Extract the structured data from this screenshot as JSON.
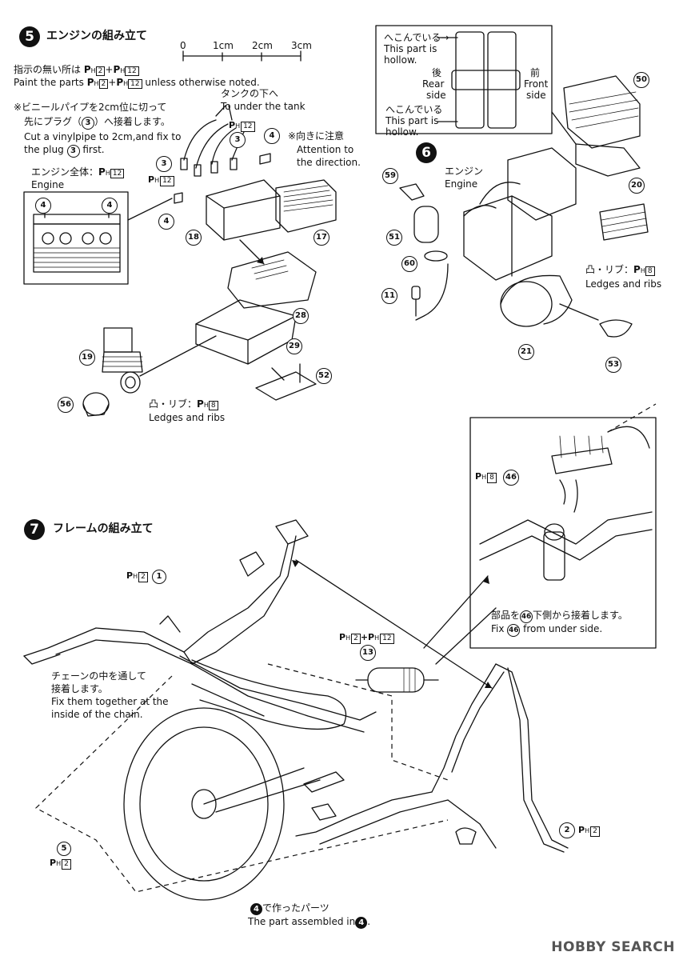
{
  "step5": {
    "number": "5",
    "title": "エンジンの組み立て",
    "paint_jp": "指示の無い所は",
    "paint_en": "Paint the parts",
    "paint_en2": "unless otherwise noted.",
    "paint_codes": [
      "2",
      "12"
    ],
    "vinyl_jp1": "※ビニールパイプを2cm位に切って",
    "vinyl_jp2": "先にプラグ（",
    "vinyl_jp2b": "）へ接着します。",
    "vinyl_en1": "Cut a vinylpipe to 2cm,and fix to",
    "vinyl_en2": "the plug",
    "vinyl_en2b": "first.",
    "tank_jp": "タンクの下へ",
    "tank_en": "To under the tank",
    "direction_jp": "※向きに注意",
    "direction_en1": "Attention to",
    "direction_en2": "the direction.",
    "engine_whole_jp": "エンジン全体：",
    "engine_whole_en": "Engine",
    "ledges_jp": "凸・リブ：",
    "ledges_en": "Ledges and ribs",
    "parts": [
      "3",
      "3",
      "4",
      "4",
      "4",
      "4",
      "18",
      "17",
      "28",
      "29",
      "19",
      "52",
      "56"
    ]
  },
  "ruler": {
    "labels": [
      "0",
      "1cm",
      "2cm",
      "3cm"
    ]
  },
  "step6": {
    "number": "6",
    "hollow_jp": "へこんでいる→",
    "hollow_en1": "This part is",
    "hollow_en2": "hollow.",
    "rear_jp": "後",
    "rear_en1": "Rear",
    "rear_en2": "side",
    "front_jp": "前",
    "front_en1": "Front",
    "front_en2": "side",
    "hollow2_jp": "へこんでいる",
    "engine_jp": "エンジン",
    "engine_en": "Engine",
    "ledges_jp": "凸・リブ：",
    "ledges_en": "Ledges and ribs",
    "parts": [
      "50",
      "59",
      "51",
      "60",
      "11",
      "20",
      "21",
      "53"
    ]
  },
  "step7": {
    "number": "7",
    "title": "フレームの組み立て",
    "chain_jp1": "チェーンの中を通して",
    "chain_jp2": "接着します。",
    "chain_en1": "Fix them together at the",
    "chain_en2": "inside of the chain.",
    "fix46_jp": "部品を",
    "fix46_jp2": "下側から接着します。",
    "fix46_en1": "Fix",
    "fix46_en2": "from under side.",
    "assembled_jp": "で作ったパーツ",
    "assembled_en": "The part assembled in",
    "parts": [
      "1",
      "2",
      "13",
      "46",
      "5",
      "4"
    ]
  },
  "paint_code_prefix": "P",
  "paint_code_sub": "H",
  "watermark": "HOBBY SEARCH"
}
